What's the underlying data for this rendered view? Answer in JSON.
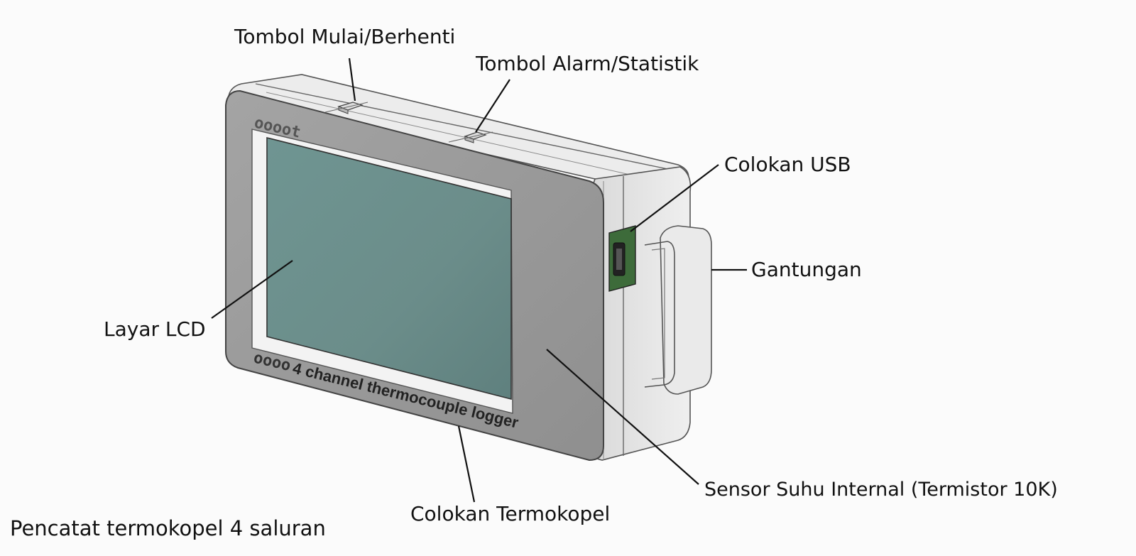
{
  "callouts": {
    "start_stop_button": "Tombol Mulai/Berhenti",
    "alarm_stats_button": "Tombol Alarm/Statistik",
    "usb_port": "Colokan USB",
    "hanger": "Gantungan",
    "lcd_screen": "Layar LCD",
    "internal_sensor": "Sensor Suhu Internal (Termistor 10K)",
    "thermocouple_port": "Colokan Termokopel"
  },
  "device": {
    "brand_mark": "oooot",
    "badge": "oooo",
    "model_text": "4 channel thermocouple logger"
  },
  "caption": "Pencatat termokopel 4 saluran",
  "colors": {
    "background": "#fbfbfb",
    "body_front": "#9c9c9c",
    "body_side": "#e4e4e4",
    "body_top": "#ececec",
    "lcd": "#6b8f8c",
    "leader_line": "#111111",
    "usb_board": "#3d6b3a"
  }
}
